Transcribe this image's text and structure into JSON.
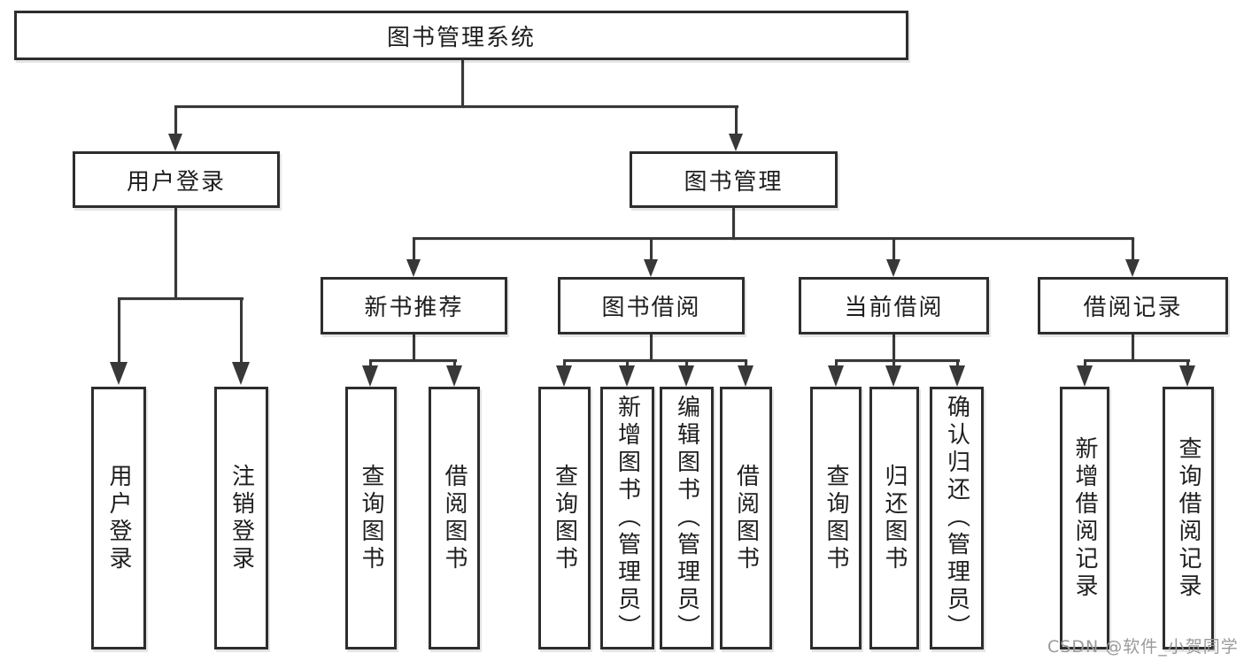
{
  "tree": {
    "root": {
      "label": "图书管理系统"
    },
    "children": [
      {
        "label": "用户登录",
        "children": [
          {
            "label": "用户登录"
          },
          {
            "label": "注销登录"
          }
        ]
      },
      {
        "label": "图书管理",
        "children": [
          {
            "label": "新书推荐",
            "children": [
              {
                "label": "查询图书"
              },
              {
                "label": "借阅图书"
              }
            ]
          },
          {
            "label": "图书借阅",
            "children": [
              {
                "label": "查询图书"
              },
              {
                "label": "新增图书（管理员）"
              },
              {
                "label": "编辑图书（管理员）"
              },
              {
                "label": "借阅图书"
              }
            ]
          },
          {
            "label": "当前借阅",
            "children": [
              {
                "label": "查询图书"
              },
              {
                "label": "归还图书"
              },
              {
                "label": "确认归还（管理员）"
              }
            ]
          },
          {
            "label": "借阅记录",
            "children": [
              {
                "label": "新增借阅记录"
              },
              {
                "label": "查询借阅记录"
              }
            ]
          }
        ]
      }
    ]
  },
  "watermark": {
    "text": "CSDN @软件_小贺同学"
  },
  "colors": {
    "background": "#ffffff",
    "box_border": "#2d2d2d",
    "connector_line": "#383838",
    "text": "#1e1e1e",
    "watermark_text": "#9a9a9a"
  }
}
